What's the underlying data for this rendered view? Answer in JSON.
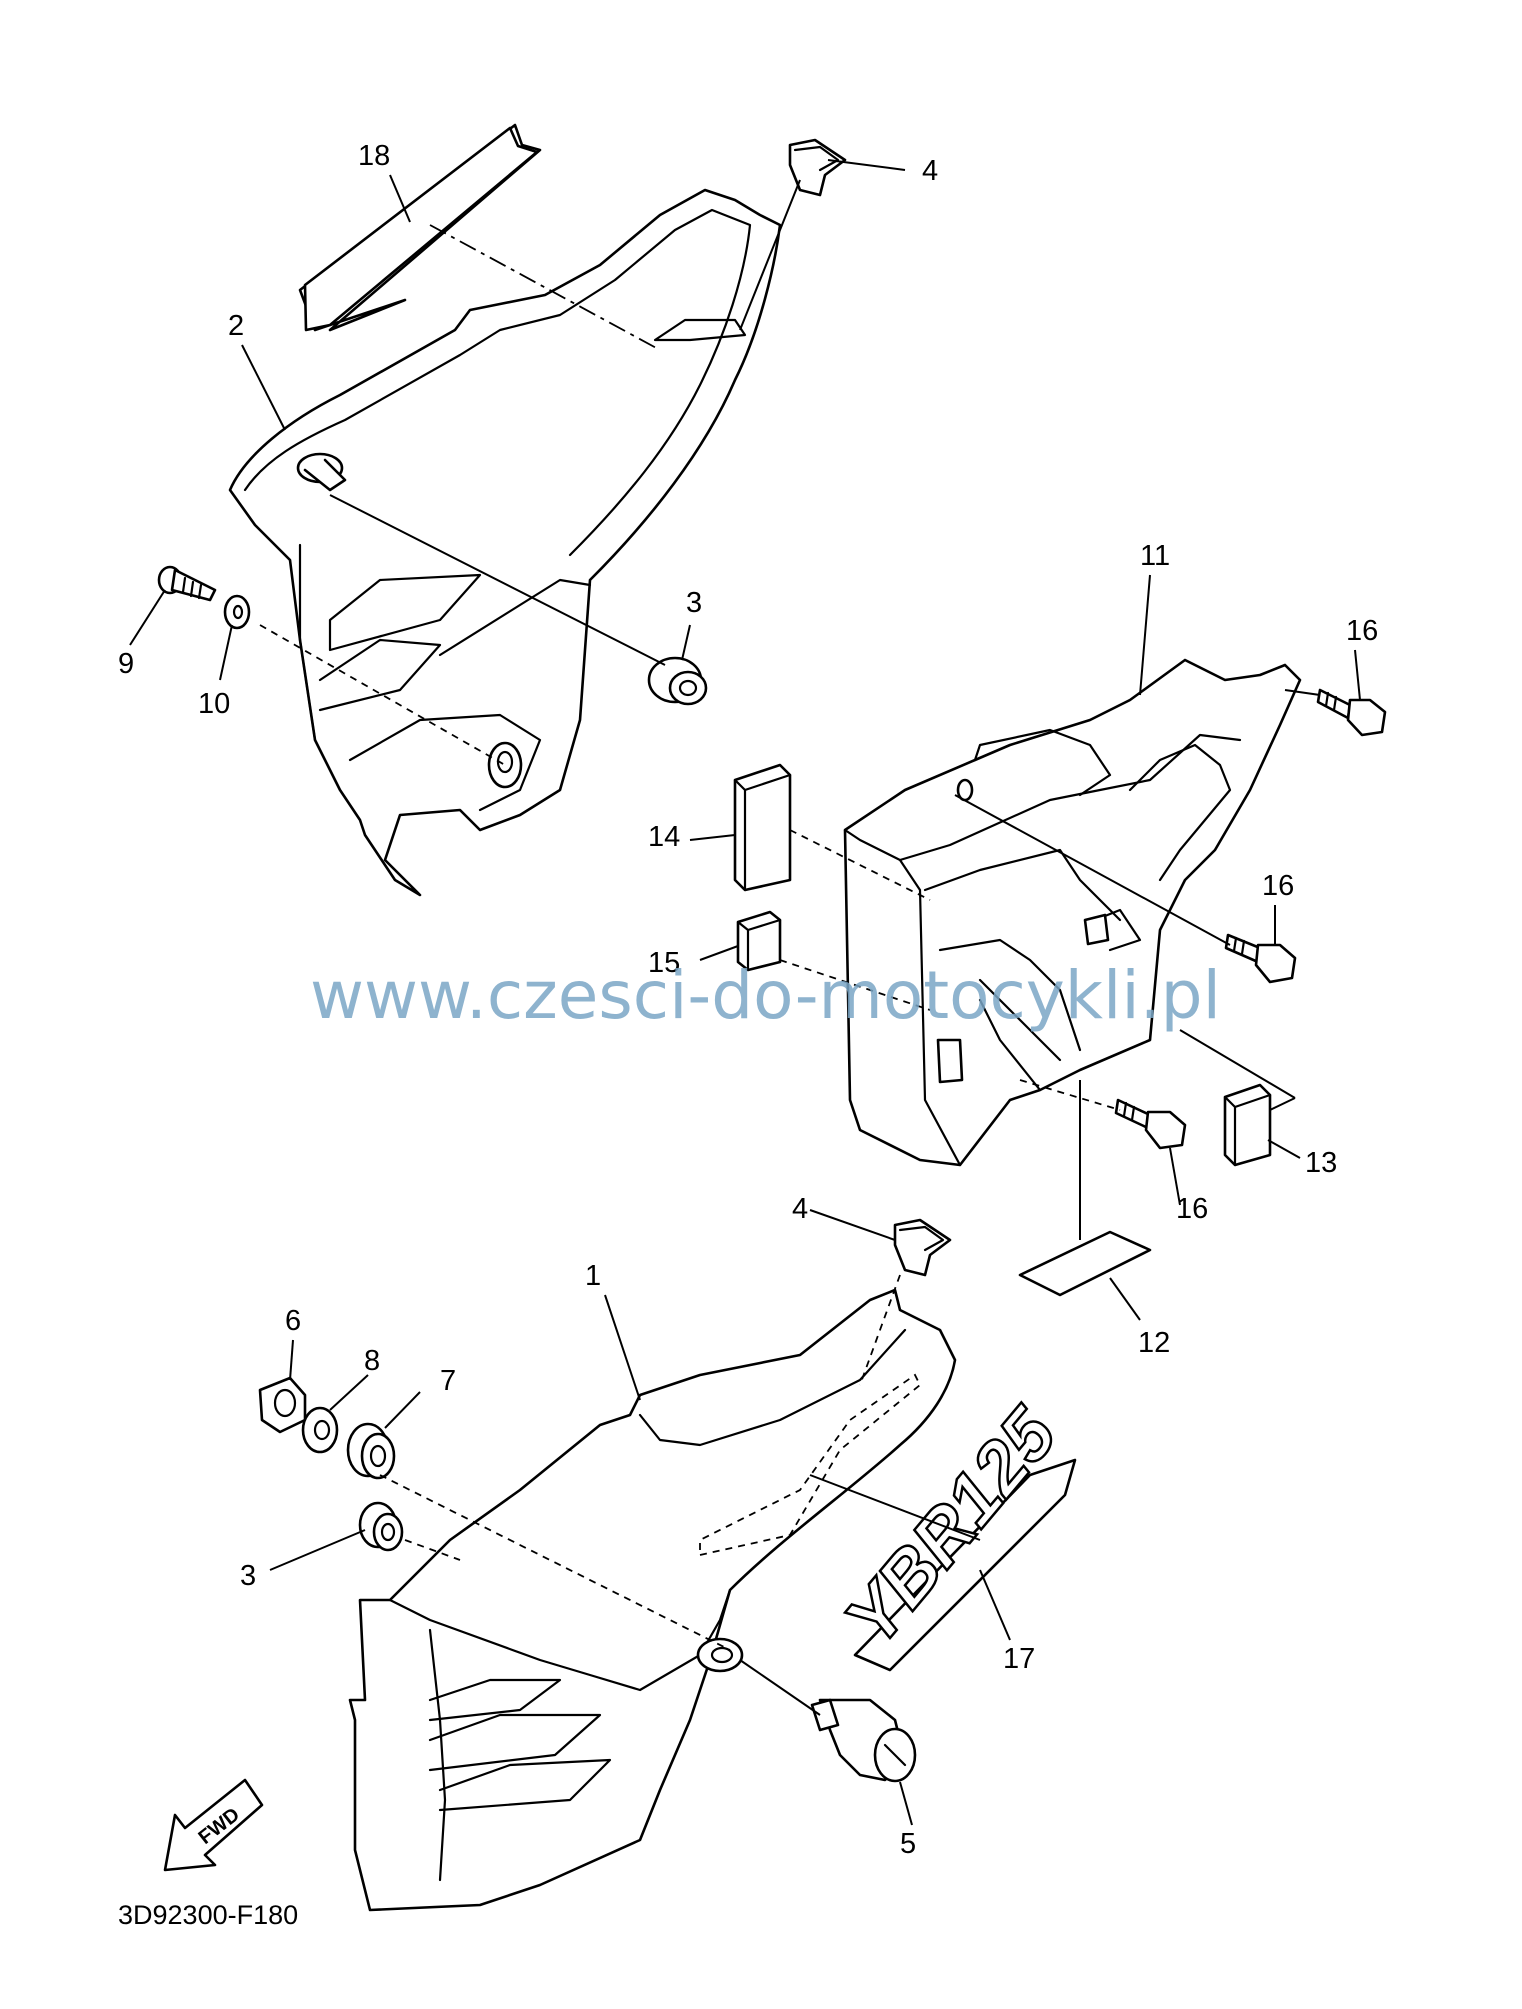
{
  "diagram": {
    "callouts": [
      {
        "id": "18",
        "label": "18"
      },
      {
        "id": "4a",
        "label": "4"
      },
      {
        "id": "2",
        "label": "2"
      },
      {
        "id": "3a",
        "label": "3"
      },
      {
        "id": "9",
        "label": "9"
      },
      {
        "id": "10",
        "label": "10"
      },
      {
        "id": "11",
        "label": "11"
      },
      {
        "id": "16a",
        "label": "16"
      },
      {
        "id": "14",
        "label": "14"
      },
      {
        "id": "16b",
        "label": "16"
      },
      {
        "id": "15",
        "label": "15"
      },
      {
        "id": "13",
        "label": "13"
      },
      {
        "id": "16c",
        "label": "16"
      },
      {
        "id": "4b",
        "label": "4"
      },
      {
        "id": "12",
        "label": "12"
      },
      {
        "id": "1",
        "label": "1"
      },
      {
        "id": "6",
        "label": "6"
      },
      {
        "id": "8",
        "label": "8"
      },
      {
        "id": "7",
        "label": "7"
      },
      {
        "id": "3b",
        "label": "3"
      },
      {
        "id": "17",
        "label": "17"
      },
      {
        "id": "5",
        "label": "5"
      }
    ],
    "watermark": "www.czesci-do-motocykli.pl",
    "part_code": "3D92300-F180",
    "fwd_label": "FWD",
    "decal_text": "YBR125"
  }
}
